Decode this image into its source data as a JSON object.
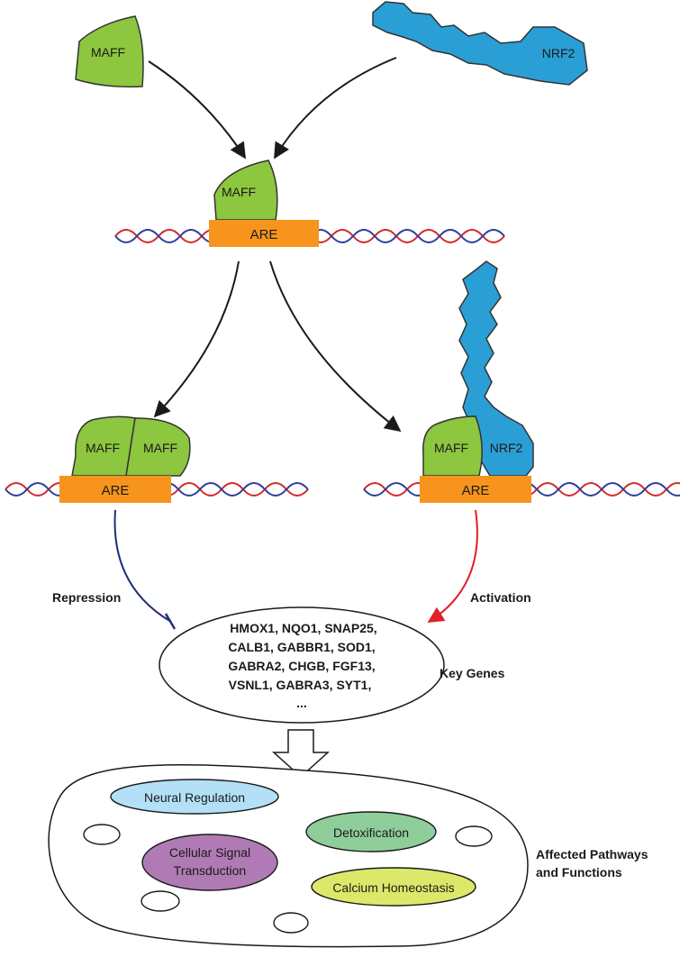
{
  "proteins": {
    "maff": "MAFF",
    "nrf2": "NRF2"
  },
  "element": {
    "are": "ARE"
  },
  "regulation": {
    "repression": "Repression",
    "activation": "Activation"
  },
  "key_genes": {
    "lines": [
      "HMOX1, NQO1,  SNAP25,",
      "CALB1, GABBR1, SOD1,",
      "GABRA2, CHGB, FGF13,",
      "VSNL1, GABRA3, SYT1,",
      "..."
    ],
    "label": "Key Genes"
  },
  "pathways": {
    "items": [
      "Neural Regulation",
      "Detoxification",
      "Cellular Signal",
      "Transduction",
      "Calcium Homeostasis"
    ],
    "label_lines": [
      "Affected Pathways",
      "and Functions"
    ]
  },
  "colors": {
    "maff_green": "#8dc63f",
    "nrf2_blue": "#2a9fd6",
    "are_orange": "#f7941d",
    "dna_red": "#d42a2a",
    "dna_blue": "#2c3e9e",
    "repression_line": "#1f2d7a",
    "activation_line": "#e0202a",
    "neural_fill": "#b3e0f7",
    "detox_fill": "#8fce9b",
    "signal_fill": "#b07bb5",
    "calcium_fill": "#dce86a"
  }
}
